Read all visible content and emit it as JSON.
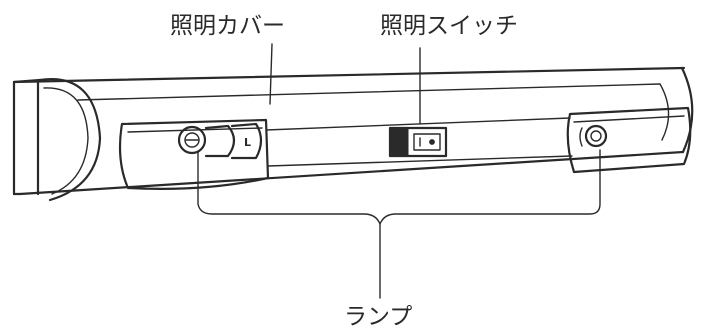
{
  "labels": {
    "cover": "照明カバー",
    "switch": "照明スイッチ",
    "lamp": "ランプ",
    "lamp_mark": "L"
  },
  "colors": {
    "ink": "#2a2a2a",
    "background": "#ffffff"
  }
}
